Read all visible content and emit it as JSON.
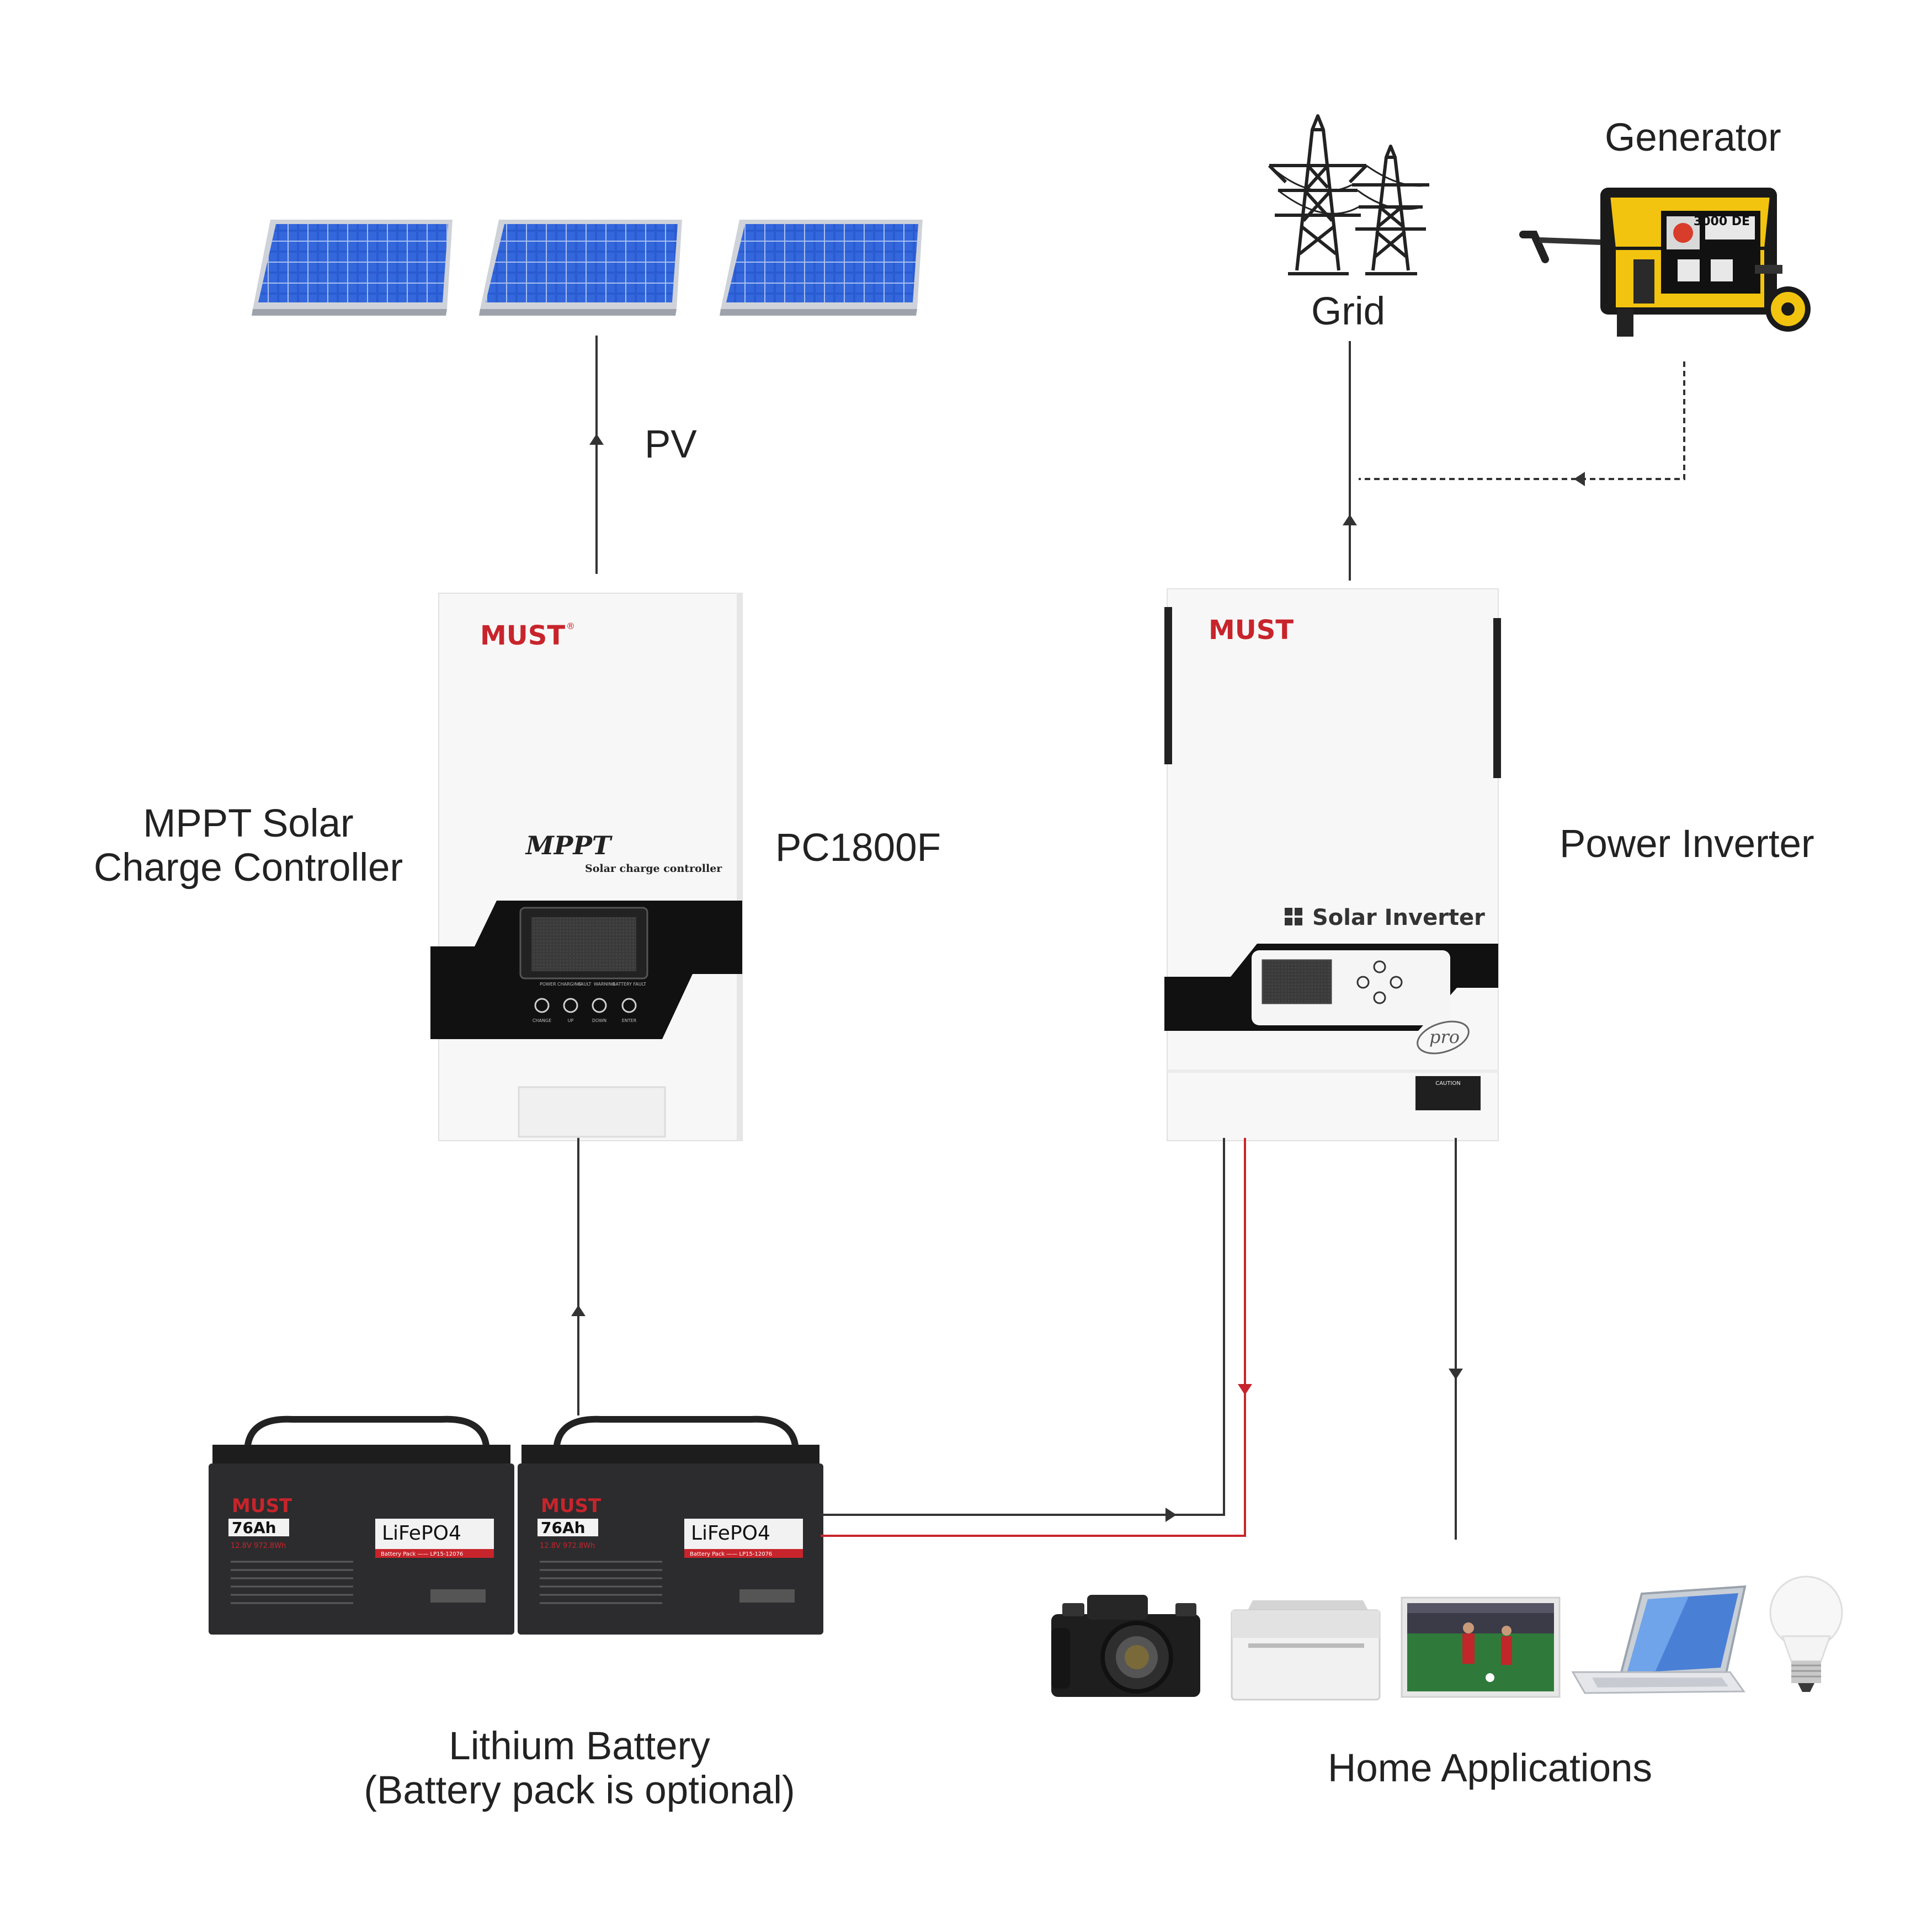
{
  "labels": {
    "pv": "PV",
    "grid": "Grid",
    "generator": "Generator",
    "controller_title": [
      "MPPT Solar",
      "Charge Controller"
    ],
    "controller_model": "PC1800F",
    "inverter_title": "Power Inverter",
    "battery_title": [
      "Lithium Battery",
      "(Battery pack is optional)"
    ],
    "home_title": "Home Applications"
  },
  "controller": {
    "brand": "MUST",
    "brand_mark": "®",
    "product_name": "MPPT",
    "product_subtitle": "Solar charge controller",
    "panel_labels": [
      "POWER",
      "CHARGING",
      "FAULT",
      "WARNING",
      "BATTERY FAULT"
    ],
    "button_labels": [
      "CHANGE",
      "UP",
      "DOWN",
      "ENTER"
    ]
  },
  "inverter": {
    "brand": "MUST",
    "product_name": "Solar Inverter",
    "pro_badge": "pro",
    "caution_label": "CAUTION"
  },
  "battery": {
    "brand": "MUST",
    "capacity": "76Ah",
    "chemistry": "LiFePO4",
    "spec_line": "12.8V  972.8Wh",
    "pack_line": "Battery Pack —— LP15-12076"
  },
  "generator": {
    "nameplate": "3000 DE"
  },
  "colors": {
    "line": "#333333",
    "red_line": "#c8242b",
    "brand_red": "#c8242b",
    "panel_blue": "#2456c4",
    "panel_frame": "#c9ccd2",
    "device_white": "#f6f6f6",
    "device_black": "#101010",
    "battery_body": "#2c2c2e",
    "generator_yellow": "#f2c40f"
  },
  "icons": [
    "solar-panel",
    "power-tower",
    "generator",
    "camera",
    "printer",
    "tv",
    "laptop",
    "light-bulb",
    "battery"
  ]
}
